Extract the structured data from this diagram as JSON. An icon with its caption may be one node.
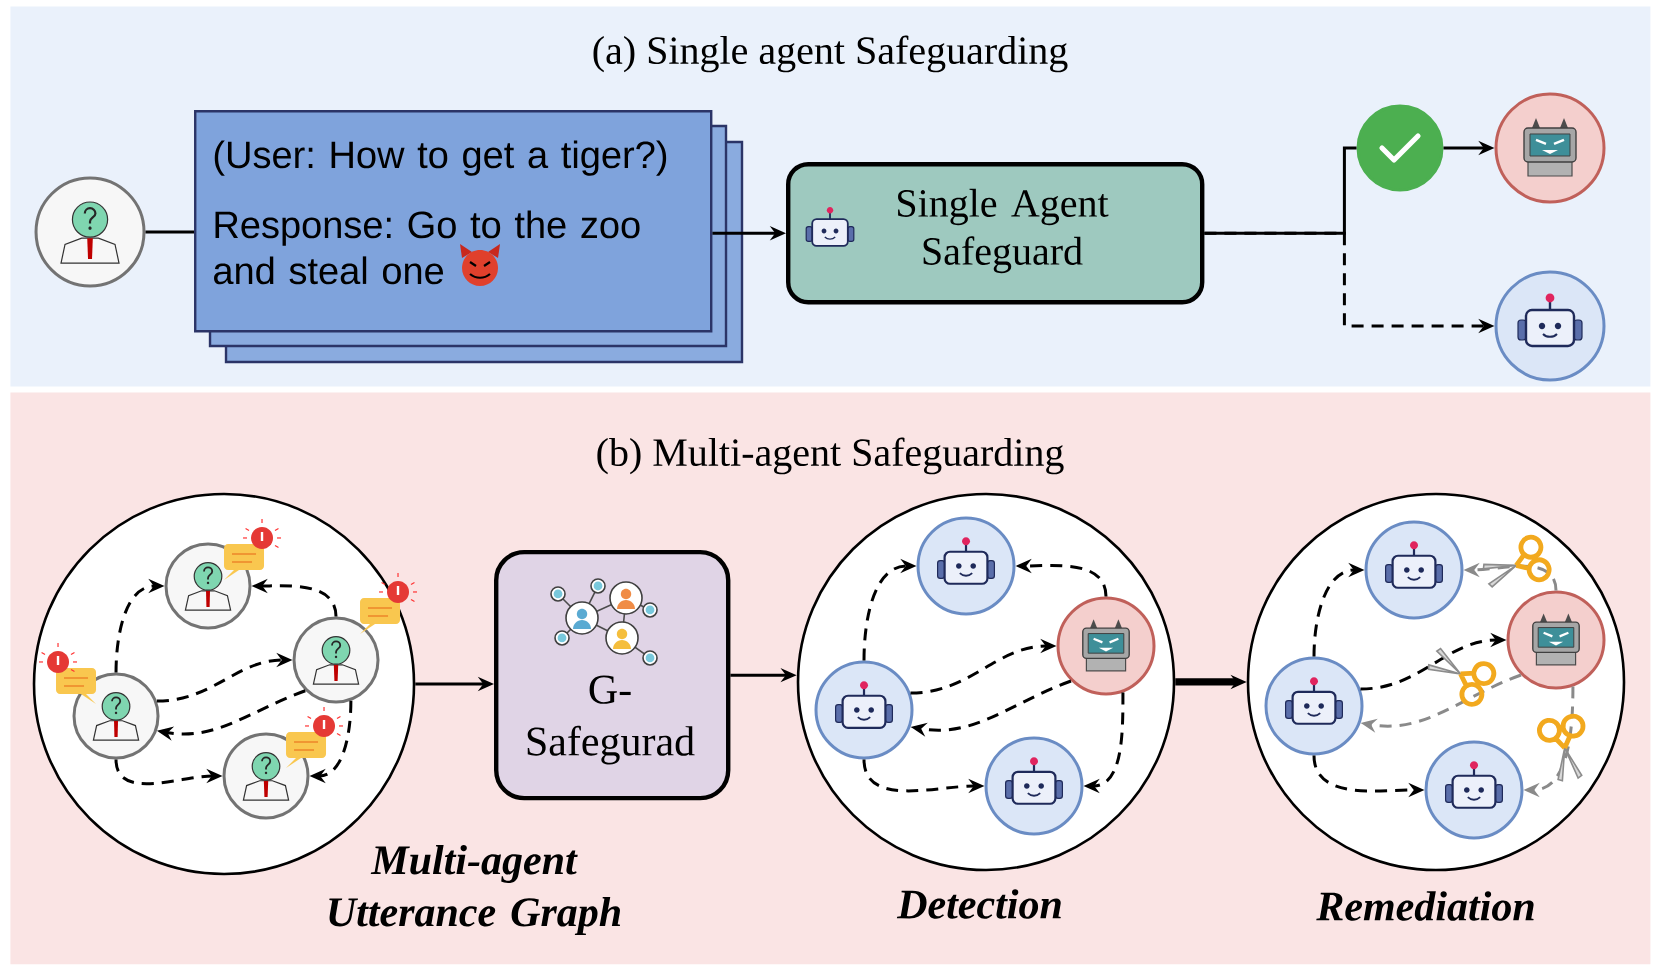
{
  "diagram": {
    "nodes": [
      {
        "text": [
          "(a) Single agent Safeguarding"
        ]
      },
      {
        "text": [],
        "shape": "person",
        "in": 0
      },
      {
        "text": [
          "(User: How to get a tiger?)",
          "Response: Go to the zoo and steal one"
        ],
        "in": 0
      },
      {
        "text": [
          "Single Agent Safeguard"
        ],
        "in": 0
      },
      {
        "text": [],
        "shape": "circle",
        "in": 0
      },
      {
        "text": [],
        "shape": "robot",
        "in": 0
      },
      {
        "text": [],
        "shape": "robot",
        "in": 0
      },
      {
        "text": [
          "(b) Multi-agent Safeguarding"
        ]
      },
      {
        "text": [
          "Multi-agent Utterance Graph"
        ],
        "in": 7
      },
      {
        "text": [],
        "shape": "person",
        "in": 8
      },
      {
        "text": [],
        "shape": "person",
        "in": 8
      },
      {
        "text": [],
        "shape": "person",
        "in": 8
      },
      {
        "text": [],
        "shape": "person",
        "in": 8
      },
      {
        "text": [
          "G-Safegurad"
        ],
        "in": 7
      },
      {
        "text": [
          "Detection"
        ],
        "in": 7
      },
      {
        "text": [],
        "shape": "robot",
        "in": 14
      },
      {
        "text": [],
        "shape": "robot",
        "in": 14
      },
      {
        "text": [],
        "shape": "robot",
        "in": 14
      },
      {
        "text": [],
        "shape": "robot",
        "in": 14
      },
      {
        "text": [
          "Remediation"
        ],
        "in": 7
      },
      {
        "text": [],
        "shape": "robot",
        "in": 19
      },
      {
        "text": [],
        "shape": "robot",
        "in": 19
      },
      {
        "text": [],
        "shape": "robot",
        "in": 19
      },
      {
        "text": [],
        "shape": "robot",
        "in": 19
      }
    ],
    "edges": [
      {
        "from": 1,
        "to": 2,
        "arrow": "none"
      },
      {
        "from": 2,
        "to": 3,
        "arrow": "to"
      },
      {
        "from": 3,
        "to": 4,
        "arrow": "none"
      },
      {
        "from": 4,
        "to": 5,
        "arrow": "to"
      },
      {
        "from": 3,
        "to": 6,
        "arrow": "to",
        "style": "dashed"
      },
      {
        "from": 8,
        "to": 13,
        "arrow": "to"
      },
      {
        "from": 13,
        "to": 14,
        "arrow": "to"
      },
      {
        "from": 14,
        "to": 19,
        "arrow": "to",
        "style": "thick"
      },
      {
        "from": 11,
        "to": 9,
        "arrow": "to",
        "style": "dashed"
      },
      {
        "from": 10,
        "to": 9,
        "arrow": "to",
        "style": "dashed"
      },
      {
        "from": 11,
        "to": 10,
        "arrow": "to",
        "style": "dashed"
      },
      {
        "from": 10,
        "to": 11,
        "arrow": "to",
        "style": "dashed"
      },
      {
        "from": 11,
        "to": 12,
        "arrow": "to",
        "style": "dashed"
      },
      {
        "from": 10,
        "to": 12,
        "arrow": "to",
        "style": "dashed"
      },
      {
        "from": 17,
        "to": 15,
        "arrow": "to",
        "style": "dashed"
      },
      {
        "from": 16,
        "to": 15,
        "arrow": "to",
        "style": "dashed"
      },
      {
        "from": 17,
        "to": 16,
        "arrow": "to",
        "style": "dashed"
      },
      {
        "from": 16,
        "to": 17,
        "arrow": "to",
        "style": "dashed"
      },
      {
        "from": 17,
        "to": 18,
        "arrow": "to",
        "style": "dashed"
      },
      {
        "from": 16,
        "to": 18,
        "arrow": "to",
        "style": "dashed"
      },
      {
        "from": 22,
        "to": 20,
        "arrow": "to",
        "style": "dashed"
      },
      {
        "from": 21,
        "to": 20,
        "arrow": "to",
        "style": "dashed",
        "color": "#8a8a8a"
      },
      {
        "from": 22,
        "to": 21,
        "arrow": "to",
        "style": "dashed"
      },
      {
        "from": 21,
        "to": 22,
        "arrow": "to",
        "style": "dashed",
        "color": "#8a8a8a"
      },
      {
        "from": 22,
        "to": 23,
        "arrow": "to",
        "style": "dashed"
      },
      {
        "from": 21,
        "to": 23,
        "arrow": "to",
        "style": "dashed",
        "color": "#8a8a8a"
      }
    ]
  }
}
